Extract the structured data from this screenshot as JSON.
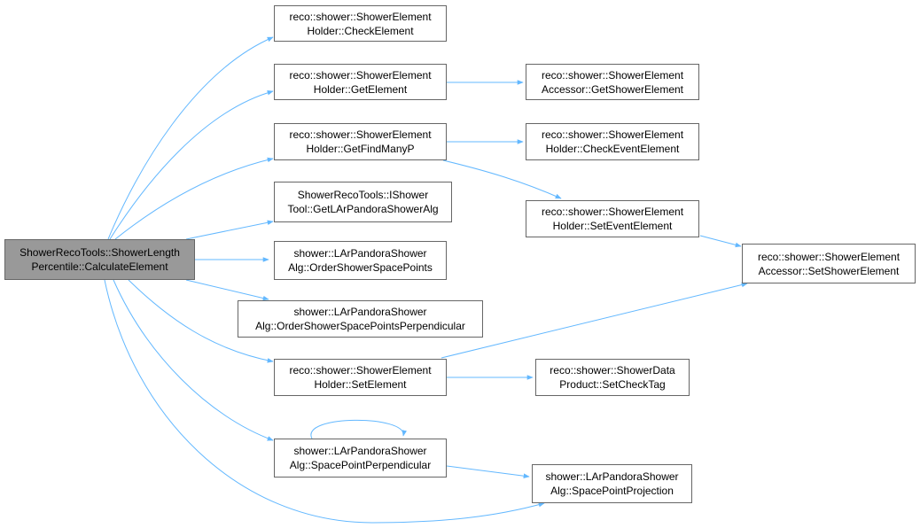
{
  "colors": {
    "edge": "#63b8ff",
    "node_border": "#666666",
    "node_fill": "#ffffff",
    "root_fill": "#999999"
  },
  "nodes": {
    "root": {
      "line1": "ShowerRecoTools::ShowerLength",
      "line2": "Percentile::CalculateElement"
    },
    "check_element": {
      "line1": "reco::shower::ShowerElement",
      "line2": "Holder::CheckElement"
    },
    "get_element": {
      "line1": "reco::shower::ShowerElement",
      "line2": "Holder::GetElement"
    },
    "get_find_many_p": {
      "line1": "reco::shower::ShowerElement",
      "line2": "Holder::GetFindManyP"
    },
    "get_lar_pandora_shower_alg": {
      "line1": "ShowerRecoTools::IShower",
      "line2": "Tool::GetLArPandoraShowerAlg"
    },
    "order_shower_space_points": {
      "line1": "shower::LArPandoraShower",
      "line2": "Alg::OrderShowerSpacePoints"
    },
    "order_shower_space_points_perpendicular": {
      "line1": "shower::LArPandoraShower",
      "line2": "Alg::OrderShowerSpacePointsPerpendicular"
    },
    "set_element": {
      "line1": "reco::shower::ShowerElement",
      "line2": "Holder::SetElement"
    },
    "space_point_perpendicular": {
      "line1": "shower::LArPandoraShower",
      "line2": "Alg::SpacePointPerpendicular"
    },
    "get_shower_element": {
      "line1": "reco::shower::ShowerElement",
      "line2": "Accessor::GetShowerElement"
    },
    "check_event_element": {
      "line1": "reco::shower::ShowerElement",
      "line2": "Holder::CheckEventElement"
    },
    "set_event_element": {
      "line1": "reco::shower::ShowerElement",
      "line2": "Holder::SetEventElement"
    },
    "set_shower_element": {
      "line1": "reco::shower::ShowerElement",
      "line2": "Accessor::SetShowerElement"
    },
    "set_check_tag": {
      "line1": "reco::shower::ShowerData",
      "line2": "Product::SetCheckTag"
    },
    "space_point_projection": {
      "line1": "shower::LArPandoraShower",
      "line2": "Alg::SpacePointProjection"
    }
  },
  "edges": [
    [
      "root",
      "check_element"
    ],
    [
      "root",
      "get_element"
    ],
    [
      "root",
      "get_find_many_p"
    ],
    [
      "root",
      "get_lar_pandora_shower_alg"
    ],
    [
      "root",
      "order_shower_space_points"
    ],
    [
      "root",
      "order_shower_space_points_perpendicular"
    ],
    [
      "root",
      "set_element"
    ],
    [
      "root",
      "space_point_perpendicular"
    ],
    [
      "root",
      "space_point_projection"
    ],
    [
      "get_element",
      "get_shower_element"
    ],
    [
      "get_find_many_p",
      "check_event_element"
    ],
    [
      "get_find_many_p",
      "set_event_element"
    ],
    [
      "set_event_element",
      "set_shower_element"
    ],
    [
      "set_element",
      "set_shower_element"
    ],
    [
      "set_element",
      "set_check_tag"
    ],
    [
      "space_point_perpendicular",
      "space_point_perpendicular"
    ],
    [
      "space_point_perpendicular",
      "space_point_projection"
    ]
  ]
}
